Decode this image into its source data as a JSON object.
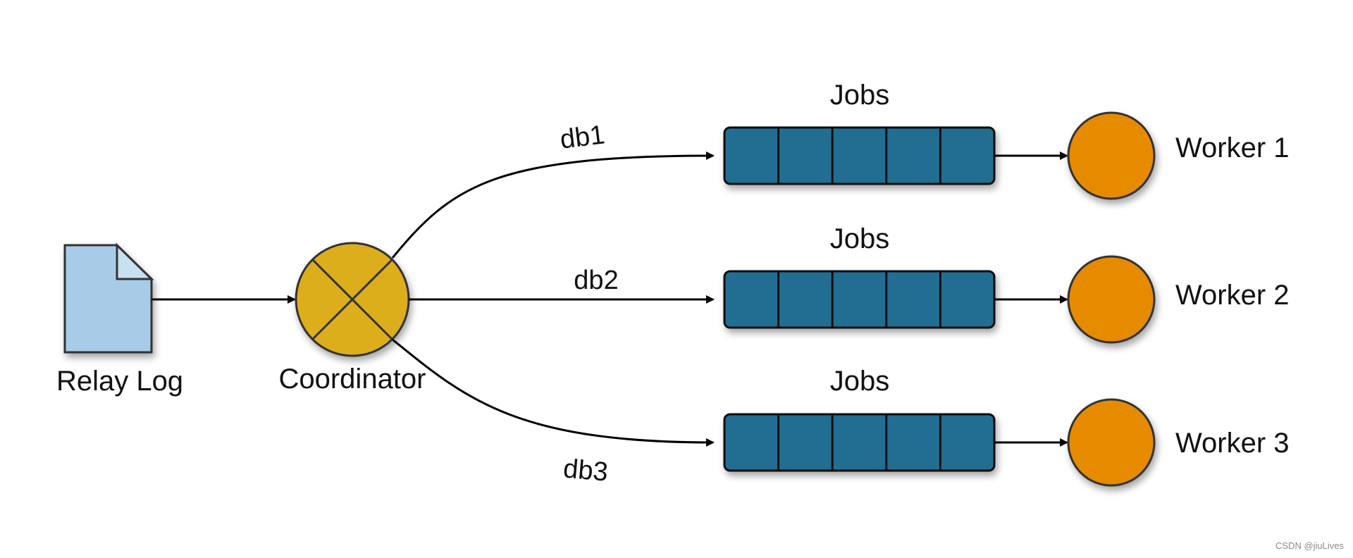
{
  "source": {
    "label": "Relay Log"
  },
  "coordinator": {
    "label": "Coordinator"
  },
  "edges": {
    "db1": "db1",
    "db2": "db2",
    "db3": "db3"
  },
  "queues": [
    {
      "label": "Jobs"
    },
    {
      "label": "Jobs"
    },
    {
      "label": "Jobs"
    }
  ],
  "workers": [
    {
      "label": "Worker 1"
    },
    {
      "label": "Worker 2"
    },
    {
      "label": "Worker 3"
    }
  ],
  "watermark": "CSDN @jiuLives",
  "colors": {
    "document": "#a8cce8",
    "coordinator": "#dcae1d",
    "queue": "#246e93",
    "worker": "#e68b00",
    "line": "#000000"
  }
}
